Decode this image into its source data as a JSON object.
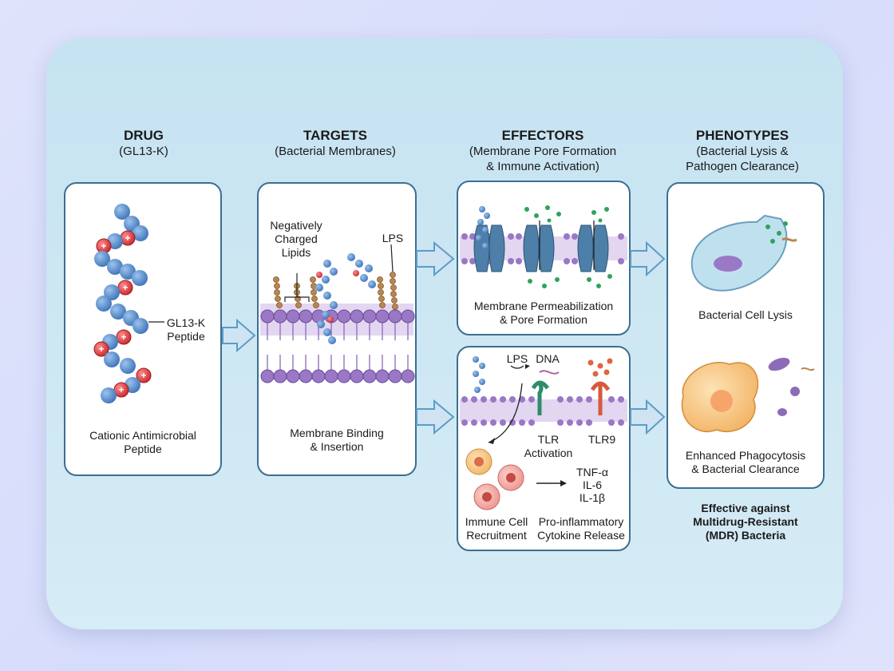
{
  "columns": {
    "drug": {
      "title": "DRUG",
      "subtitle": "(GL13-K)"
    },
    "targets": {
      "title": "TARGETS",
      "subtitle": "(Bacterial Membranes)"
    },
    "effectors": {
      "title": "EFFECTORS",
      "subtitle_line1": "(Membrane Pore Formation",
      "subtitle_line2": "& Immune Activation)"
    },
    "phenotypes": {
      "title": "PHENOTYPES",
      "subtitle_line1": "(Bacterial Lysis &",
      "subtitle_line2": "Pathogen Clearance)"
    }
  },
  "drug_box": {
    "peptide_label_1": "GL13-K",
    "peptide_label_2": "Peptide",
    "caption_1": "Cationic Antimicrobial",
    "caption_2": "Peptide"
  },
  "targets_box": {
    "lipids_1": "Negatively",
    "lipids_2": "Charged",
    "lipids_3": "Lipids",
    "lps": "LPS",
    "caption_1": "Membrane Binding",
    "caption_2": "& Insertion"
  },
  "pore_box": {
    "caption_1": "Membrane Permeabilization",
    "caption_2": "& Pore Formation"
  },
  "immune_box": {
    "lps": "LPS",
    "dna": "DNA",
    "tlr_1": "TLR",
    "tlr_2": "Activation",
    "tlr9": "TLR9",
    "cytokine_1": "TNF-α",
    "cytokine_2": "IL-6",
    "cytokine_3": "IL-1β",
    "recruit_1": "Immune Cell",
    "recruit_2": "Recruitment",
    "release_1": "Pro-inflammatory",
    "release_2": "Cytokine Release"
  },
  "phenotype_box": {
    "lysis": "Bacterial Cell Lysis",
    "clear_1": "Enhanced Phagocytosis",
    "clear_2": "& Bacterial Clearance"
  },
  "footer": {
    "line_1": "Effective against",
    "line_2": "Multidrug-Resistant",
    "line_3": "(MDR) Bacteria"
  },
  "colors": {
    "border": "#3b6f92",
    "arrow": "#5b9cc7",
    "membrane": "#8c6bb8",
    "bead": "#5a8fd0",
    "charge": "#e0484b"
  }
}
